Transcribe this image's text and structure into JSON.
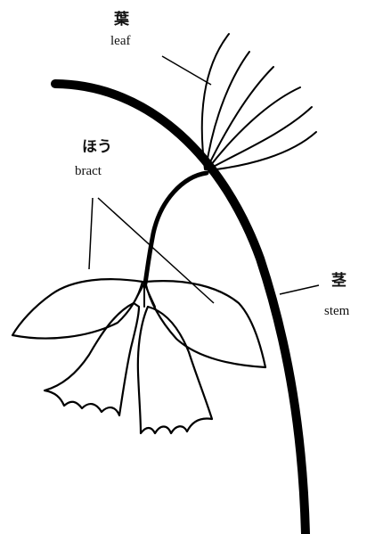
{
  "labels": {
    "leaf": {
      "jp": "葉",
      "en": "leaf"
    },
    "bract": {
      "jp": "ほう",
      "en": "bract"
    },
    "stem": {
      "jp": "茎",
      "en": "stem"
    }
  }
}
